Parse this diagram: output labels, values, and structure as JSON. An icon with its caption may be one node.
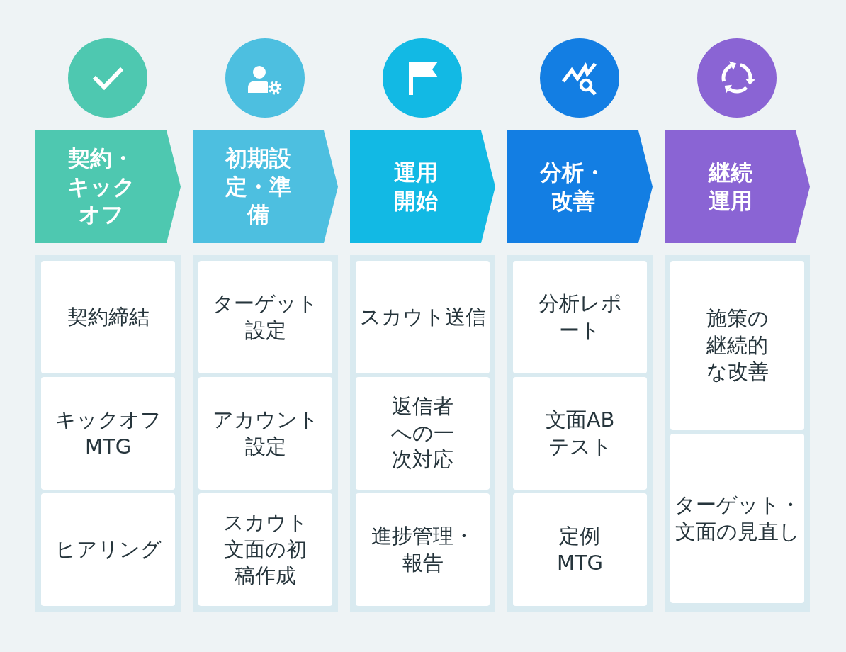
{
  "diagram": {
    "nodes": [
      {
        "text": [
          "契約・キックオフ"
        ]
      },
      {
        "text": [],
        "shape": "box"
      },
      {
        "text": [
          "契約締結"
        ],
        "in": 1
      },
      {
        "text": [
          "キックオフMTG"
        ],
        "in": 1
      },
      {
        "text": [
          "ヒアリング"
        ],
        "in": 1
      },
      {
        "text": [
          "初期設定・準備"
        ]
      },
      {
        "text": [],
        "shape": "box"
      },
      {
        "text": [
          "ターゲット設定"
        ],
        "in": 6
      },
      {
        "text": [
          "アカウント設定"
        ],
        "in": 6
      },
      {
        "text": [
          "スカウト文面の初稿作成"
        ],
        "in": 6
      },
      {
        "text": [
          "運用開始"
        ]
      },
      {
        "text": [],
        "shape": "box"
      },
      {
        "text": [
          "スカウト送信"
        ],
        "in": 11
      },
      {
        "text": [
          "返信者への一次対応"
        ],
        "in": 11
      },
      {
        "text": [
          "進捗管理・報告"
        ],
        "in": 11
      },
      {
        "text": [
          "分析・改善"
        ]
      },
      {
        "text": [],
        "shape": "box"
      },
      {
        "text": [
          "分析レポート"
        ],
        "in": 16
      },
      {
        "text": [
          "文面ABテスト"
        ],
        "in": 16
      },
      {
        "text": [
          "定例MTG"
        ],
        "in": 16
      },
      {
        "text": [
          "継続運用"
        ]
      },
      {
        "text": [],
        "shape": "box"
      },
      {
        "text": [
          "施策の継続的な改善"
        ],
        "in": 21
      },
      {
        "text": [
          "ターゲット・文面の見直し"
        ],
        "in": 21
      }
    ]
  }
}
